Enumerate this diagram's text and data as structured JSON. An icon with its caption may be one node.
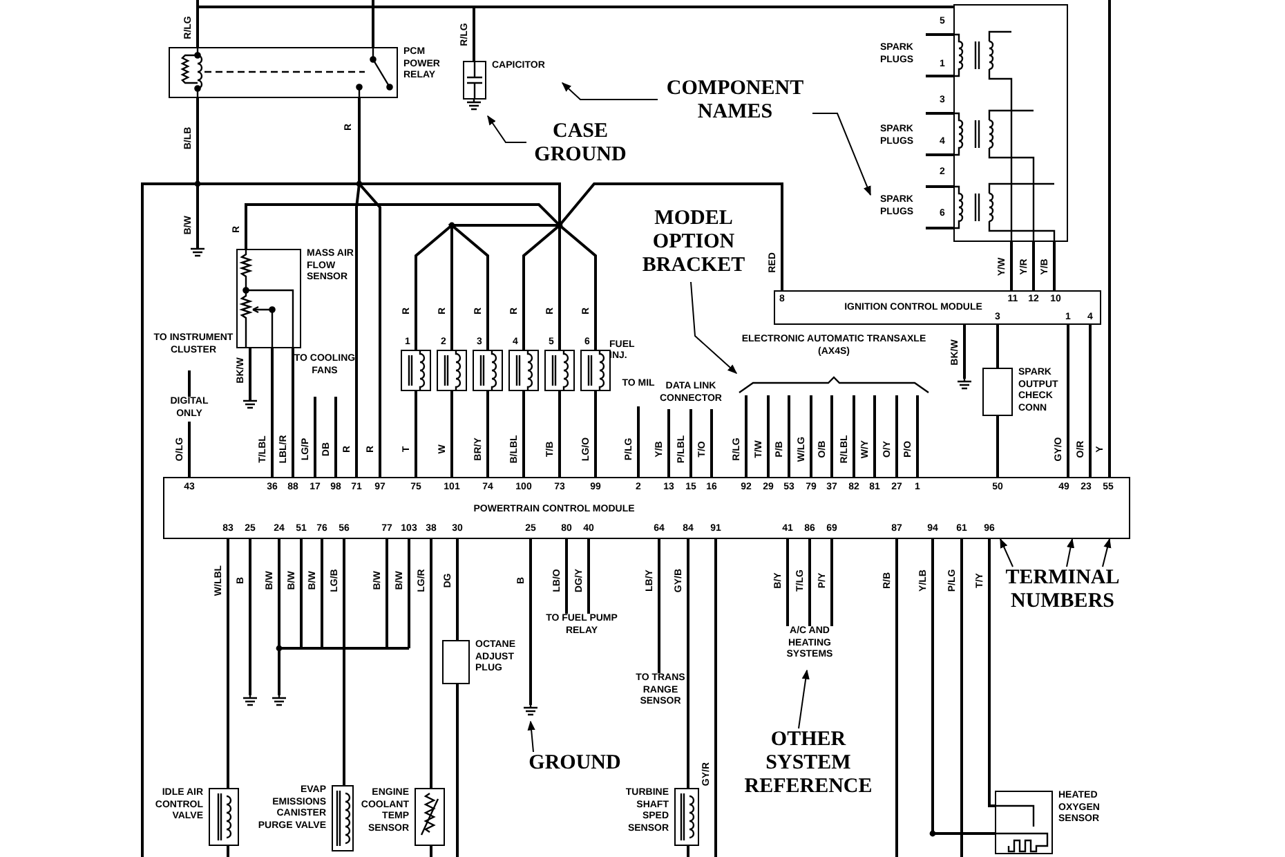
{
  "diagram": {
    "nodes": [
      {
        "text": [
          "PCM POWER RELAY"
        ]
      },
      {
        "text": [
          "CAPICITOR"
        ]
      },
      {
        "text": [
          "COMPONENT NAMES"
        ]
      },
      {
        "text": [
          "CASE GROUND"
        ]
      },
      {
        "text": [
          "SPARK PLUGS"
        ]
      },
      {
        "text": [
          "SPARK PLUGS"
        ]
      },
      {
        "text": [
          "SPARK PLUGS"
        ]
      },
      {
        "text": [
          "MASS AIR FLOW SENSOR"
        ]
      },
      {
        "text": [
          "MODEL OPTION BRACKET"
        ]
      },
      {
        "text": [],
        "shape": "box",
        "beside": [
          "1"
        ]
      },
      {
        "text": [],
        "shape": "box",
        "beside": [
          "2"
        ]
      },
      {
        "text": [],
        "shape": "box",
        "beside": [
          "3"
        ]
      },
      {
        "text": [],
        "shape": "box",
        "beside": [
          "4"
        ]
      },
      {
        "text": [],
        "shape": "box",
        "beside": [
          "5"
        ]
      },
      {
        "text": [],
        "shape": "box",
        "beside": [
          "6"
        ]
      },
      {
        "text": [
          "IGNITION CONTROL MODULE"
        ]
      },
      {
        "text": [
          "ELECTRONIC AUTOMATIC TRANSAXLE (AX4S)"
        ]
      },
      {
        "text": [
          "SPARK OUTPUT CHECK CONN"
        ]
      },
      {
        "text": [
          "POWERTRAIN CONTROL MODULE"
        ]
      },
      {
        "text": [
          "TERMINAL NUMBERS"
        ]
      },
      {
        "text": [
          "OCTANE ADJUST PLUG"
        ]
      },
      {
        "text": [
          "GROUND"
        ]
      },
      {
        "text": [
          "A/C AND HEATING SYSTEMS"
        ]
      },
      {
        "text": [
          "OTHER SYSTEM REFERENCE"
        ]
      },
      {
        "text": [
          "IDLE AIR CONTROL VALVE"
        ]
      },
      {
        "text": [
          "EVAP EMISSIONS CANISTER PURGE VALVE"
        ]
      },
      {
        "text": [
          "ENGINE COOLANT TEMP SENSOR"
        ]
      },
      {
        "text": [
          "TURBINE SHAFT SPED SENSOR"
        ]
      },
      {
        "text": [
          "HEATED OXYGEN SENSOR"
        ]
      },
      {
        "text": [
          "TO INSTRUMENT CLUSTER"
        ]
      },
      {
        "text": [
          "DIGITAL ONLY"
        ]
      },
      {
        "text": [
          "TO COOLING FANS"
        ]
      },
      {
        "text": [
          "TO MIL"
        ]
      },
      {
        "text": [
          "DATA LINK CONNECTOR"
        ]
      },
      {
        "text": [
          "TO FUEL PUMP RELAY"
        ]
      },
      {
        "text": [
          "TO TRANS RANGE SENSOR"
        ]
      },
      {
        "text": [],
        "shape": "box"
      }
    ],
    "edges": [
      {
        "from": null,
        "to": 0,
        "arrow": "none",
        "label": "R/LG"
      },
      {
        "from": 0,
        "to": null,
        "arrow": "none",
        "label": "B/LB"
      },
      {
        "from": null,
        "to": 0,
        "arrow": "none"
      },
      {
        "from": null,
        "to": 1,
        "arrow": "none",
        "label": "R/LG"
      },
      {
        "from": 0,
        "to": 18,
        "arrow": "none",
        "label": "R"
      },
      {
        "from": 0,
        "to": 18,
        "arrow": "none",
        "label": "R"
      },
      {
        "from": 0,
        "to": 7,
        "arrow": "none",
        "label": "R"
      },
      {
        "from": 0,
        "to": 9,
        "arrow": "none",
        "label": "R"
      },
      {
        "from": 0,
        "to": 10,
        "arrow": "none",
        "label": "R"
      },
      {
        "from": 0,
        "to": 11,
        "arrow": "none",
        "label": "R"
      },
      {
        "from": 0,
        "to": 12,
        "arrow": "none",
        "label": "R"
      },
      {
        "from": 0,
        "to": 13,
        "arrow": "none",
        "label": "R"
      },
      {
        "from": 0,
        "to": 14,
        "arrow": "none",
        "label": "R"
      },
      {
        "from": 0,
        "to": 15,
        "arrow": "none",
        "label": "RED"
      },
      {
        "from": 7,
        "to": 18,
        "arrow": "none",
        "label": "T/LBL"
      },
      {
        "from": 7,
        "to": 18,
        "arrow": "none",
        "label": "LBL/R"
      },
      {
        "from": 7,
        "to": null,
        "arrow": "none",
        "label": "BK/W"
      },
      {
        "from": 29,
        "to": 30,
        "arrow": "none"
      },
      {
        "from": 30,
        "to": 18,
        "arrow": "none",
        "label": "O/LG"
      },
      {
        "from": 31,
        "to": 18,
        "arrow": "none",
        "label": "LG/P"
      },
      {
        "from": 31,
        "to": 18,
        "arrow": "none",
        "label": "DB"
      },
      {
        "from": 9,
        "to": 18,
        "arrow": "none",
        "label": "T"
      },
      {
        "from": 10,
        "to": 18,
        "arrow": "none",
        "label": "W"
      },
      {
        "from": 11,
        "to": 18,
        "arrow": "none",
        "label": "BR/Y"
      },
      {
        "from": 12,
        "to": 18,
        "arrow": "none",
        "label": "B/LBL"
      },
      {
        "from": 13,
        "to": 18,
        "arrow": "none",
        "label": "T/B"
      },
      {
        "from": 14,
        "to": 18,
        "arrow": "none",
        "label": "LG/O"
      },
      {
        "from": 32,
        "to": 18,
        "arrow": "none",
        "label": "P/LG"
      },
      {
        "from": 33,
        "to": 18,
        "arrow": "none",
        "label": "Y/B"
      },
      {
        "from": 33,
        "to": 18,
        "arrow": "none",
        "label": "P/LBL"
      },
      {
        "from": 33,
        "to": 18,
        "arrow": "none",
        "label": "T/O"
      },
      {
        "from": 16,
        "to": 18,
        "arrow": "none",
        "label": "R/LG"
      },
      {
        "from": 16,
        "to": 18,
        "arrow": "none",
        "label": "T/W"
      },
      {
        "from": 16,
        "to": 18,
        "arrow": "none",
        "label": "P/B"
      },
      {
        "from": 16,
        "to": 18,
        "arrow": "none",
        "label": "W/LG"
      },
      {
        "from": 16,
        "to": 18,
        "arrow": "none",
        "label": "O/B"
      },
      {
        "from": 16,
        "to": 18,
        "arrow": "none",
        "label": "R/LBL"
      },
      {
        "from": 16,
        "to": 18,
        "arrow": "none",
        "label": "W/Y"
      },
      {
        "from": 16,
        "to": 18,
        "arrow": "none",
        "label": "O/Y"
      },
      {
        "from": 16,
        "to": 18,
        "arrow": "none",
        "label": "P/O"
      },
      {
        "from": 36,
        "to": 15,
        "arrow": "none",
        "label": "Y/W"
      },
      {
        "from": 36,
        "to": 15,
        "arrow": "none",
        "label": "Y/R"
      },
      {
        "from": 36,
        "to": 15,
        "arrow": "none",
        "label": "Y/B"
      },
      {
        "from": 15,
        "to": null,
        "arrow": "none",
        "label": "BK/W"
      },
      {
        "from": 15,
        "to": 17,
        "arrow": "none"
      },
      {
        "from": 17,
        "to": 18,
        "arrow": "none"
      },
      {
        "from": 15,
        "to": 18,
        "arrow": "none",
        "label": "GY/O"
      },
      {
        "from": 15,
        "to": 18,
        "arrow": "none",
        "label": "O/R"
      },
      {
        "from": null,
        "to": 18,
        "arrow": "none",
        "label": "Y"
      },
      {
        "from": 18,
        "to": 24,
        "arrow": "none",
        "label": "W/LBL"
      },
      {
        "from": 18,
        "to": null,
        "arrow": "none",
        "label": "B"
      },
      {
        "from": 18,
        "to": null,
        "arrow": "none",
        "label": "B/W"
      },
      {
        "from": 18,
        "to": null,
        "arrow": "none",
        "label": "B/W"
      },
      {
        "from": 18,
        "to": null,
        "arrow": "none",
        "label": "B/W"
      },
      {
        "from": 18,
        "to": 25,
        "arrow": "none",
        "label": "LG/B"
      },
      {
        "from": 18,
        "to": null,
        "arrow": "none",
        "label": "B/W"
      },
      {
        "from": 18,
        "to": null,
        "arrow": "none",
        "label": "B/W"
      },
      {
        "from": 18,
        "to": 26,
        "arrow": "none",
        "label": "LG/R"
      },
      {
        "from": 18,
        "to": 20,
        "arrow": "none",
        "label": "DG"
      },
      {
        "from": 18,
        "to": null,
        "arrow": "none",
        "label": "B"
      },
      {
        "from": 18,
        "to": 34,
        "arrow": "none",
        "label": "LB/O"
      },
      {
        "from": 18,
        "to": 34,
        "arrow": "none",
        "label": "DG/Y"
      },
      {
        "from": 18,
        "to": 35,
        "arrow": "none",
        "label": "LB/Y"
      },
      {
        "from": 18,
        "to": 27,
        "arrow": "none",
        "label": "GY/B"
      },
      {
        "from": 18,
        "to": null,
        "arrow": "none",
        "label": "GY/R"
      },
      {
        "from": 18,
        "to": 22,
        "arrow": "none",
        "label": "B/Y"
      },
      {
        "from": 18,
        "to": 22,
        "arrow": "none",
        "label": "T/LG"
      },
      {
        "from": 18,
        "to": 22,
        "arrow": "none",
        "label": "P/Y"
      },
      {
        "from": 18,
        "to": null,
        "arrow": "none",
        "label": "R/B"
      },
      {
        "from": 18,
        "to": 28,
        "arrow": "none",
        "label": "Y/LB"
      },
      {
        "from": 18,
        "to": null,
        "arrow": "none",
        "label": "P/LG"
      },
      {
        "from": 18,
        "to": 28,
        "arrow": "none",
        "label": "T/Y"
      },
      {
        "from": 2,
        "to": 1,
        "arrow": "to"
      },
      {
        "from": 2,
        "to": 6,
        "arrow": "to"
      },
      {
        "from": 3,
        "to": 1,
        "arrow": "to"
      },
      {
        "from": 8,
        "to": 16,
        "arrow": "to"
      },
      {
        "from": 19,
        "to": 18,
        "arrow": "to"
      },
      {
        "from": 19,
        "to": 18,
        "arrow": "to"
      },
      {
        "from": 19,
        "to": 18,
        "arrow": "to"
      },
      {
        "from": 21,
        "to": null,
        "arrow": "to"
      },
      {
        "from": 23,
        "to": 22,
        "arrow": "to"
      },
      {
        "from": 0,
        "to": 36,
        "arrow": "none"
      }
    ],
    "labels": [
      "R",
      "B/W",
      "5",
      "1",
      "3",
      "4",
      "2",
      "6",
      "8",
      "11",
      "12",
      "10",
      "3",
      "1",
      "4",
      "FUEL INJ.",
      "43",
      "36",
      "88",
      "17",
      "98",
      "71",
      "97",
      "75",
      "101",
      "74",
      "100",
      "73",
      "99",
      "2",
      "13",
      "15",
      "16",
      "92",
      "29",
      "53",
      "79",
      "37",
      "82",
      "81",
      "27",
      "1",
      "50",
      "49",
      "23",
      "55",
      "83",
      "25",
      "24",
      "51",
      "76",
      "56",
      "77",
      "103",
      "38",
      "30",
      "25",
      "80",
      "40",
      "64",
      "84",
      "91",
      "41",
      "86",
      "69",
      "87",
      "94",
      "61",
      "96"
    ]
  }
}
